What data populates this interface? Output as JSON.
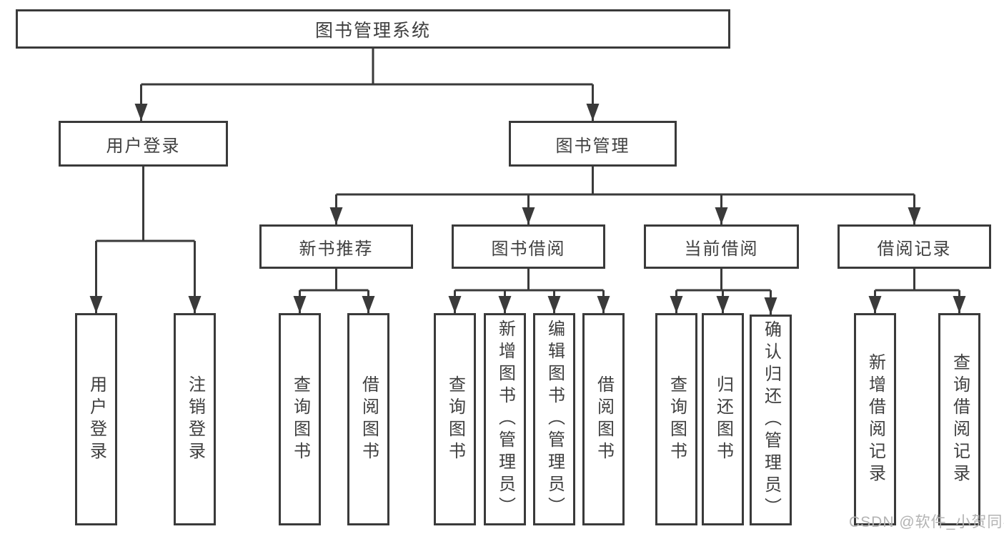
{
  "diagram": {
    "type": "hierarchy-tree",
    "root_label": "图书管理系统",
    "branches": [
      {
        "label": "用户登录",
        "children": [
          {
            "label": "用户登录"
          },
          {
            "label": "注销登录"
          }
        ]
      },
      {
        "label": "图书管理",
        "children": [
          {
            "label": "新书推荐",
            "children": [
              {
                "label": "查询图书"
              },
              {
                "label": "借阅图书"
              }
            ]
          },
          {
            "label": "图书借阅",
            "children": [
              {
                "label": "查询图书"
              },
              {
                "label": "新增图书（管理员）"
              },
              {
                "label": "编辑图书（管理员）"
              },
              {
                "label": "借阅图书"
              }
            ]
          },
          {
            "label": "当前借阅",
            "children": [
              {
                "label": "查询图书"
              },
              {
                "label": "归还图书"
              },
              {
                "label": "确认归还（管理员）"
              }
            ]
          },
          {
            "label": "借阅记录",
            "children": [
              {
                "label": "新增借阅记录"
              },
              {
                "label": "查询借阅记录"
              }
            ]
          }
        ]
      }
    ],
    "watermark": "CSDN @软件_小贺同学",
    "colors": {
      "line": "#3a3a3a",
      "text": "#3f3f3f",
      "watermark": "#b3b3b3",
      "background": "#ffffff"
    }
  }
}
